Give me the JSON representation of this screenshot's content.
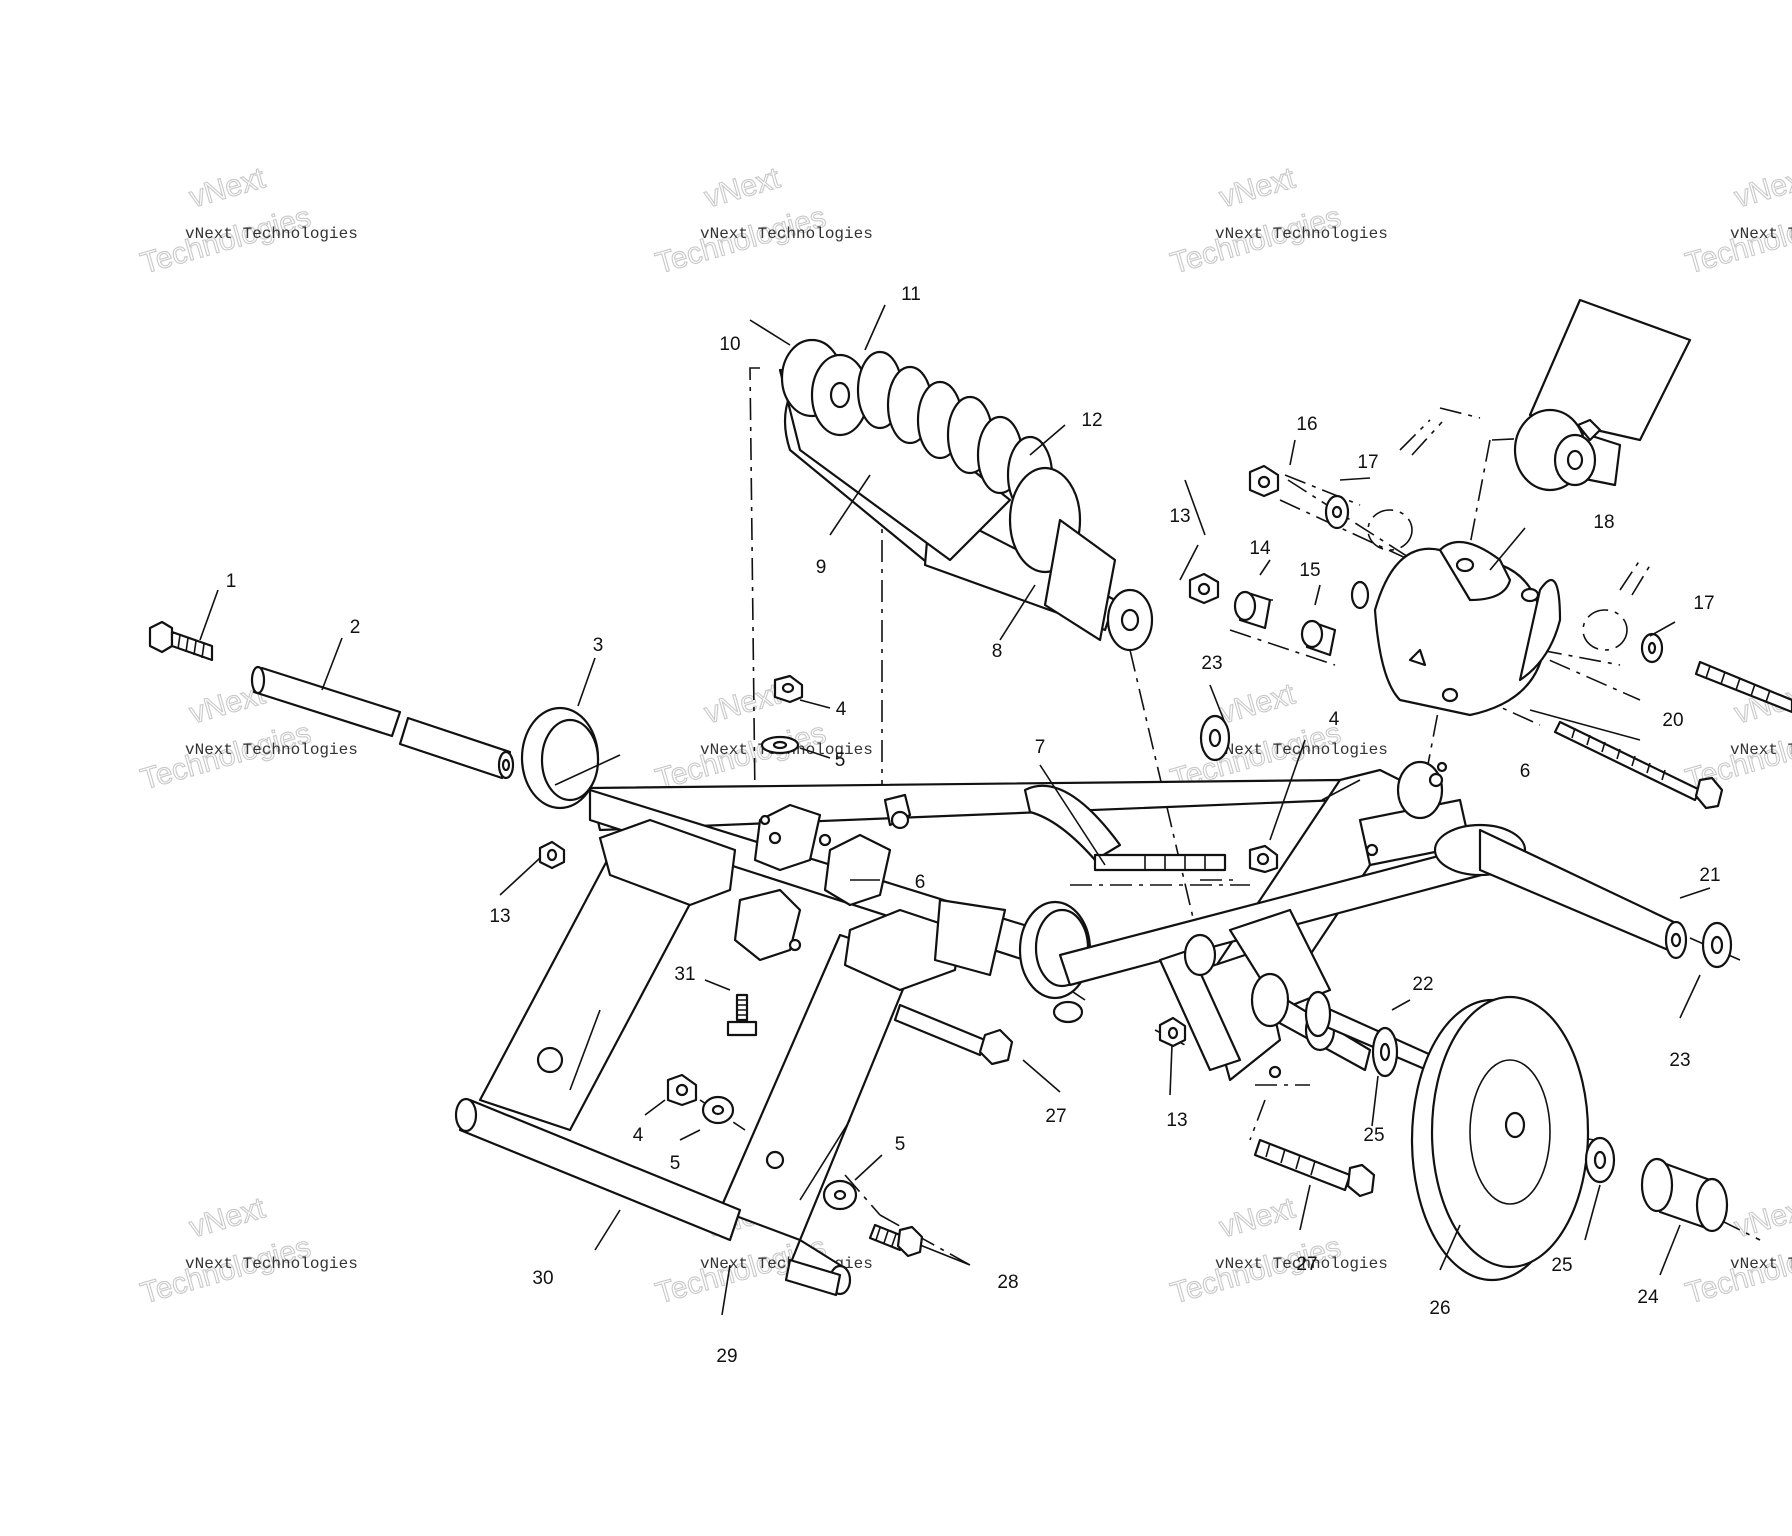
{
  "watermark": {
    "line1": "vNext Technologies",
    "outline_top": "vNext",
    "outline_bottom": "Technologies"
  },
  "callouts": [
    {
      "id": "c1",
      "text": "1"
    },
    {
      "id": "c2",
      "text": "2"
    },
    {
      "id": "c3",
      "text": "3"
    },
    {
      "id": "c4a",
      "text": "4"
    },
    {
      "id": "c4b",
      "text": "4"
    },
    {
      "id": "c4c",
      "text": "4"
    },
    {
      "id": "c5a",
      "text": "5"
    },
    {
      "id": "c5b",
      "text": "5"
    },
    {
      "id": "c5c",
      "text": "5"
    },
    {
      "id": "c6a",
      "text": "6"
    },
    {
      "id": "c6b",
      "text": "6"
    },
    {
      "id": "c7",
      "text": "7"
    },
    {
      "id": "c8",
      "text": "8"
    },
    {
      "id": "c9",
      "text": "9"
    },
    {
      "id": "c10",
      "text": "10"
    },
    {
      "id": "c11",
      "text": "11"
    },
    {
      "id": "c12",
      "text": "12"
    },
    {
      "id": "c13a",
      "text": "13"
    },
    {
      "id": "c13b",
      "text": "13"
    },
    {
      "id": "c13c",
      "text": "13"
    },
    {
      "id": "c14",
      "text": "14"
    },
    {
      "id": "c15",
      "text": "15"
    },
    {
      "id": "c16",
      "text": "16"
    },
    {
      "id": "c17a",
      "text": "17"
    },
    {
      "id": "c17b",
      "text": "17"
    },
    {
      "id": "c18",
      "text": "18"
    },
    {
      "id": "c20",
      "text": "20"
    },
    {
      "id": "c21",
      "text": "21"
    },
    {
      "id": "c22",
      "text": "22"
    },
    {
      "id": "c23a",
      "text": "23"
    },
    {
      "id": "c23b",
      "text": "23"
    },
    {
      "id": "c24",
      "text": "24"
    },
    {
      "id": "c25a",
      "text": "25"
    },
    {
      "id": "c25b",
      "text": "25"
    },
    {
      "id": "c26",
      "text": "26"
    },
    {
      "id": "c27a",
      "text": "27"
    },
    {
      "id": "c27b",
      "text": "27"
    },
    {
      "id": "c28",
      "text": "28"
    },
    {
      "id": "c29",
      "text": "29"
    },
    {
      "id": "c30",
      "text": "30"
    },
    {
      "id": "c31",
      "text": "31"
    }
  ]
}
